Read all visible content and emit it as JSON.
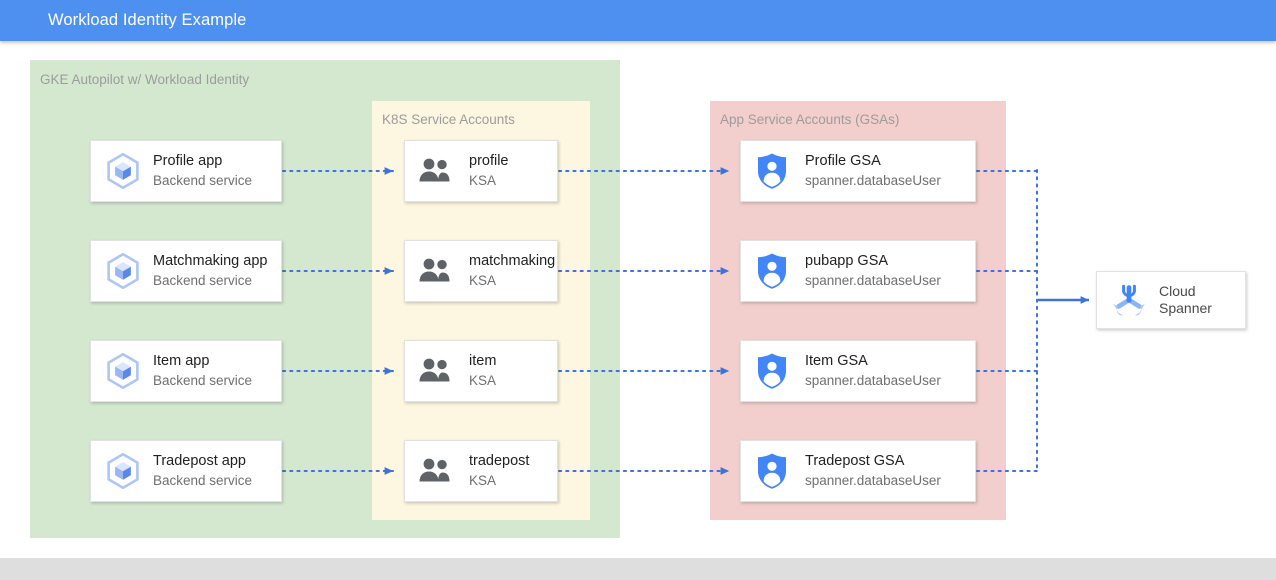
{
  "window": {
    "title": "Workload Identity Example",
    "titlebar_color": "#4d90f0"
  },
  "groups": {
    "gke": {
      "label": "GKE Autopilot w/ Workload Identity",
      "color": "#d4e8d0"
    },
    "ksa": {
      "label": "K8S Service Accounts",
      "color": "#fdf6e0"
    },
    "gsa": {
      "label": "App Service Accounts (GSAs)",
      "color": "#f2cfcc"
    }
  },
  "apps": [
    {
      "icon": "gke-workload-icon",
      "title": "Profile app",
      "subtitle": "Backend service"
    },
    {
      "icon": "gke-workload-icon",
      "title": "Matchmaking app",
      "subtitle": "Backend service"
    },
    {
      "icon": "gke-workload-icon",
      "title": "Item app",
      "subtitle": "Backend service"
    },
    {
      "icon": "gke-workload-icon",
      "title": "Tradepost app",
      "subtitle": "Backend service"
    }
  ],
  "ksas": [
    {
      "icon": "people-icon",
      "title": "profile",
      "subtitle": "KSA"
    },
    {
      "icon": "people-icon",
      "title": "matchmaking",
      "subtitle": "KSA"
    },
    {
      "icon": "people-icon",
      "title": "item",
      "subtitle": "KSA"
    },
    {
      "icon": "people-icon",
      "title": "tradepost",
      "subtitle": "KSA"
    }
  ],
  "gsas": [
    {
      "icon": "shield-person-icon",
      "title": "Profile GSA",
      "subtitle": "spanner.databaseUser"
    },
    {
      "icon": "shield-person-icon",
      "title": "pubapp GSA",
      "subtitle": "spanner.databaseUser"
    },
    {
      "icon": "shield-person-icon",
      "title": "Item GSA",
      "subtitle": "spanner.databaseUser"
    },
    {
      "icon": "shield-person-icon",
      "title": "Tradepost GSA",
      "subtitle": "spanner.databaseUser"
    }
  ],
  "datastore": {
    "icon": "cloud-spanner-icon",
    "line1": "Cloud",
    "line2": "Spanner"
  },
  "connectors": {
    "style": "dotted",
    "color": "#3d73d9",
    "solid_color": "#3d73d9"
  }
}
